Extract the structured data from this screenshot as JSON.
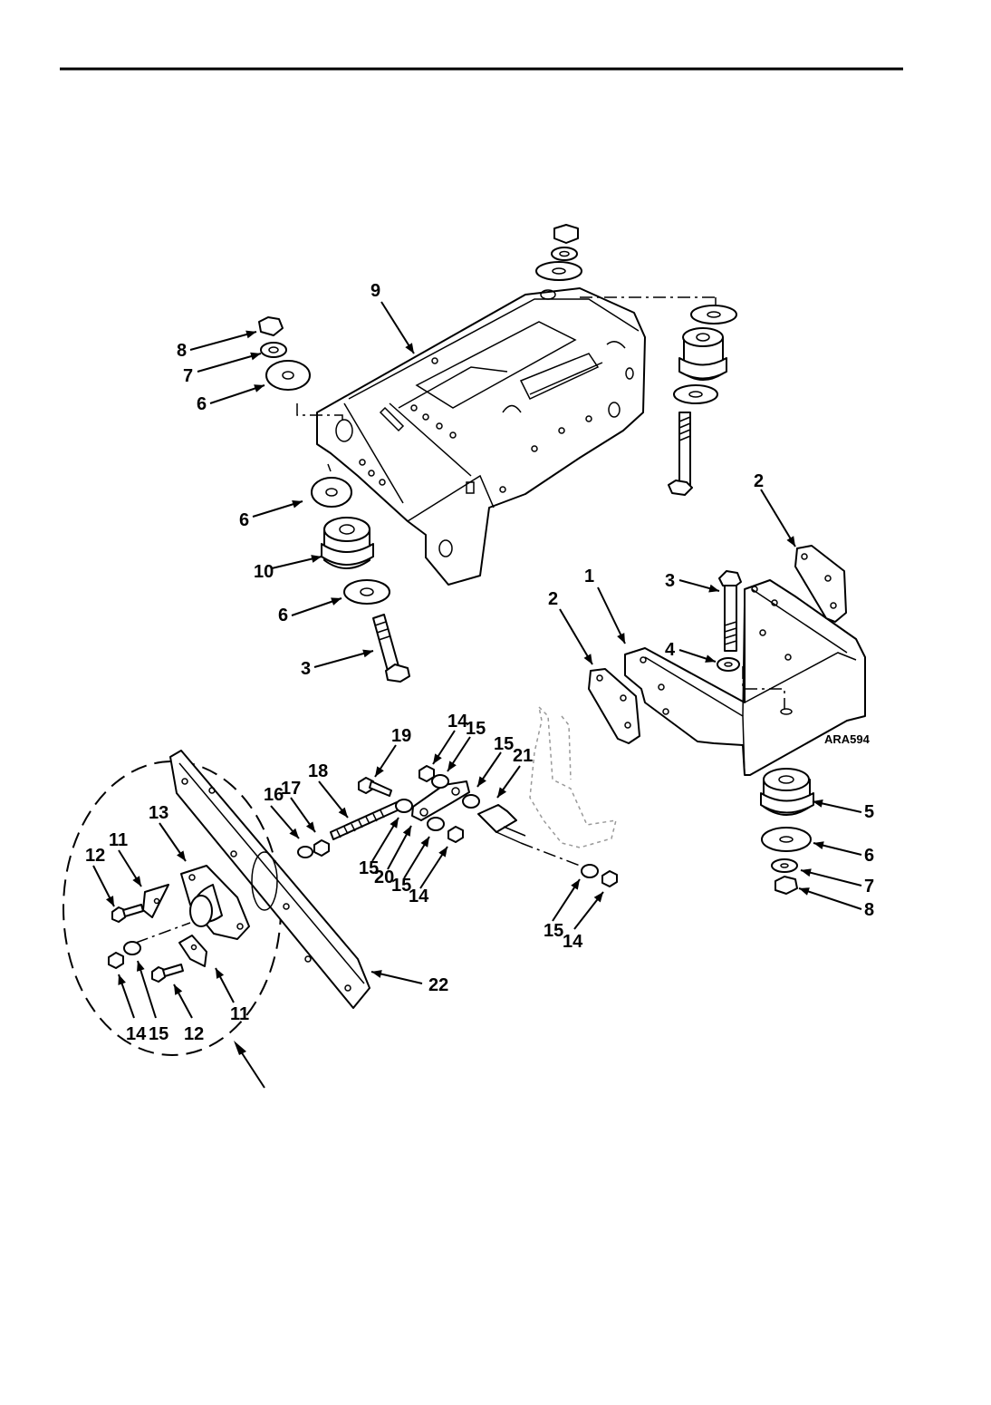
{
  "figure": {
    "id_label": "ARA594",
    "callouts": [
      {
        "id": "c9",
        "label": "9"
      },
      {
        "id": "c8a",
        "label": "8"
      },
      {
        "id": "c7a",
        "label": "7"
      },
      {
        "id": "c6a",
        "label": "6"
      },
      {
        "id": "c6b",
        "label": "6"
      },
      {
        "id": "c10",
        "label": "10"
      },
      {
        "id": "c6c",
        "label": "6"
      },
      {
        "id": "c3a",
        "label": "3"
      },
      {
        "id": "c2a",
        "label": "2"
      },
      {
        "id": "c2b",
        "label": "2"
      },
      {
        "id": "c1",
        "label": "1"
      },
      {
        "id": "c3b",
        "label": "3"
      },
      {
        "id": "c4",
        "label": "4"
      },
      {
        "id": "c5",
        "label": "5"
      },
      {
        "id": "c6d",
        "label": "6"
      },
      {
        "id": "c7b",
        "label": "7"
      },
      {
        "id": "c8b",
        "label": "8"
      },
      {
        "id": "c19",
        "label": "19"
      },
      {
        "id": "c14a",
        "label": "14"
      },
      {
        "id": "c15a",
        "label": "15"
      },
      {
        "id": "c15b",
        "label": "15"
      },
      {
        "id": "c21",
        "label": "21"
      },
      {
        "id": "c18",
        "label": "18"
      },
      {
        "id": "c16",
        "label": "16"
      },
      {
        "id": "c17",
        "label": "17"
      },
      {
        "id": "c15c",
        "label": "15"
      },
      {
        "id": "c20",
        "label": "20"
      },
      {
        "id": "c15d",
        "label": "15"
      },
      {
        "id": "c14b",
        "label": "14"
      },
      {
        "id": "c15e",
        "label": "15"
      },
      {
        "id": "c14c",
        "label": "14"
      },
      {
        "id": "c13",
        "label": "13"
      },
      {
        "id": "c11a",
        "label": "11"
      },
      {
        "id": "c12a",
        "label": "12"
      },
      {
        "id": "c14d",
        "label": "14"
      },
      {
        "id": "c15f",
        "label": "15"
      },
      {
        "id": "c12b",
        "label": "12"
      },
      {
        "id": "c11b",
        "label": "11"
      },
      {
        "id": "c22",
        "label": "22"
      }
    ]
  }
}
